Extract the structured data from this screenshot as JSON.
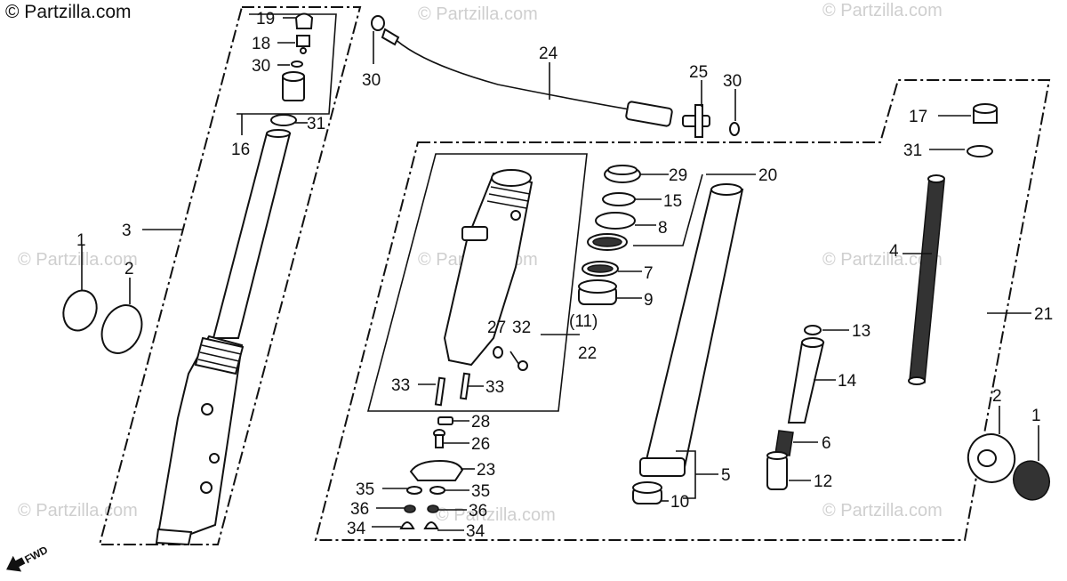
{
  "copyright": "© Partzilla.com",
  "watermark": "© Partzilla.com",
  "fwd_label": "FWD",
  "icons": {
    "fwd_arrow": "fwd-arrow-icon"
  },
  "labels": {
    "p1_left": "1",
    "p2_left": "2",
    "p3": "3",
    "p16": "16",
    "p19": "19",
    "p18": "18",
    "p30_top": "30",
    "p31_left": "31",
    "p30_left": "30",
    "p24": "24",
    "p25": "25",
    "p30_right": "30",
    "p29": "29",
    "p15": "15",
    "p8": "8",
    "p20": "20",
    "p7": "7",
    "p9": "9",
    "p11": "(11)",
    "p22": "22",
    "p27": "27",
    "p32": "32",
    "p33_left": "33",
    "p33_right": "33",
    "p28": "28",
    "p26": "26",
    "p23": "23",
    "p35_left": "35",
    "p35_right": "35",
    "p36_left": "36",
    "p36_right": "36",
    "p34_left": "34",
    "p34_right": "34",
    "p10": "10",
    "p5": "5",
    "p17": "17",
    "p31_right": "31",
    "p4": "4",
    "p13": "13",
    "p14": "14",
    "p6": "6",
    "p12": "12",
    "p21": "21",
    "p2_right": "2",
    "p1_right": "1"
  }
}
